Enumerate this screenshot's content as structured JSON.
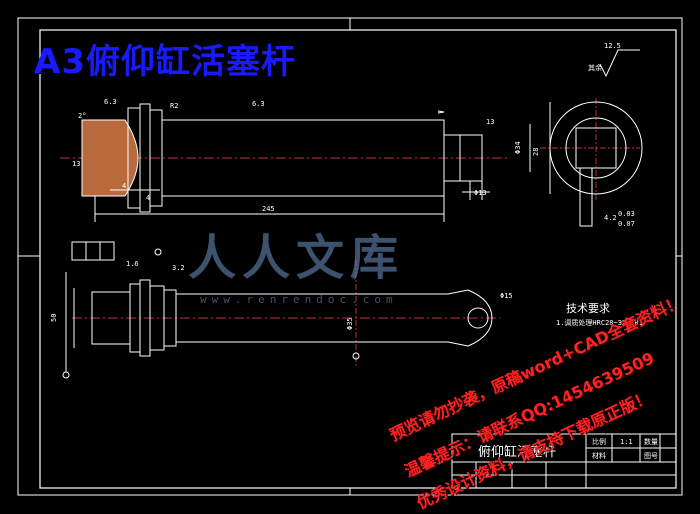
{
  "drawing": {
    "overlay_title": "A3俯仰缸活塞杆",
    "watermark_brand": "人人文库",
    "watermark_url": "www.renrendoc.com",
    "promo_lines": [
      "预览请勿抄袭，原稿word+CAD全套资料！",
      "温馨提示：请联系QQ:1454639509",
      "优秀设计资料，请支持下载原正版！"
    ],
    "tech_req_title": "技术要求",
    "tech_req_text": "1.调质处理HRC28~32HBR1.",
    "titleblock": {
      "part_title": "俯仰缸活塞杆",
      "labels": [
        "比例",
        "1:1",
        "数量",
        "材料",
        "图号"
      ]
    },
    "dims": {
      "length_total": "245",
      "dia_35": "Φ35",
      "dia_34": "Φ34",
      "dia_28": "28",
      "dia_13": "Φ13",
      "tol_50": "50",
      "hole": "Φ15",
      "rough_12_5": "12.5",
      "rough_6_3": "6.3",
      "rough_3_2": "3.2",
      "rough_1_6": "1.6",
      "tol_003": "0.03",
      "tol_007": "0.07",
      "n_4": "4",
      "n_4_2": "4.2",
      "n_13": "13",
      "chamfer": "R2",
      "angle": "2°",
      "bom_label": "其余"
    }
  }
}
